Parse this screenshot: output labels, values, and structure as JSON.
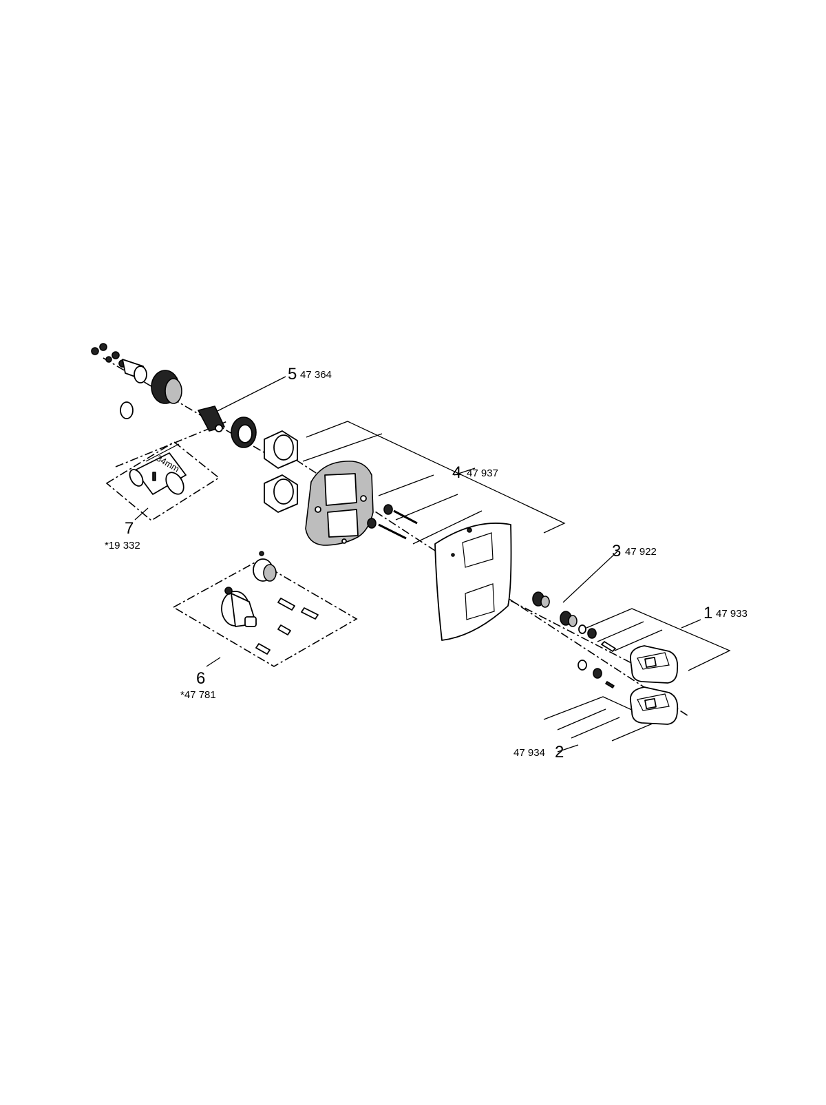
{
  "callouts": [
    {
      "id": "1",
      "number": "1",
      "code": "47 933"
    },
    {
      "id": "2",
      "number": "2",
      "code": "47 934"
    },
    {
      "id": "3",
      "number": "3",
      "code": "47 922"
    },
    {
      "id": "4",
      "number": "4",
      "code": "47 937"
    },
    {
      "id": "5",
      "number": "5",
      "code": "47 364"
    },
    {
      "id": "6",
      "number": "6",
      "code": "*47 781"
    },
    {
      "id": "7",
      "number": "7",
      "code": "*19 332"
    }
  ],
  "tool_dimension": "34mm"
}
